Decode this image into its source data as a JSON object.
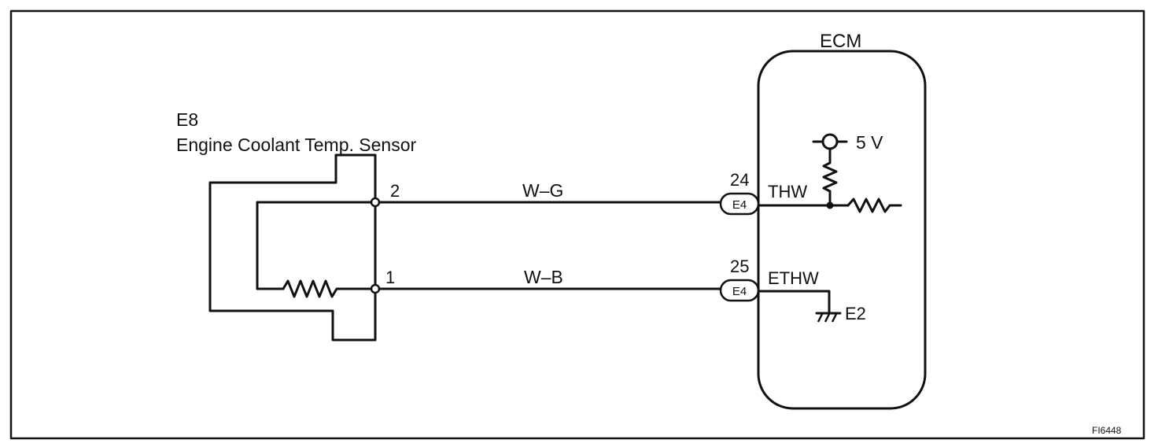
{
  "sensor": {
    "code": "E8",
    "name": "Engine Coolant Temp. Sensor",
    "pin_top": "2",
    "pin_bottom": "1"
  },
  "wires": {
    "top_color": "W–G",
    "bottom_color": "W–B"
  },
  "ecm": {
    "title": "ECM",
    "terminal_top_pin": "24",
    "terminal_bottom_pin": "25",
    "connector_top": "E4",
    "connector_bottom": "E4",
    "signal_top": "THW",
    "signal_bottom": "ETHW",
    "supply": "5 V",
    "ground": "E2"
  },
  "figure_id": "FI6448"
}
